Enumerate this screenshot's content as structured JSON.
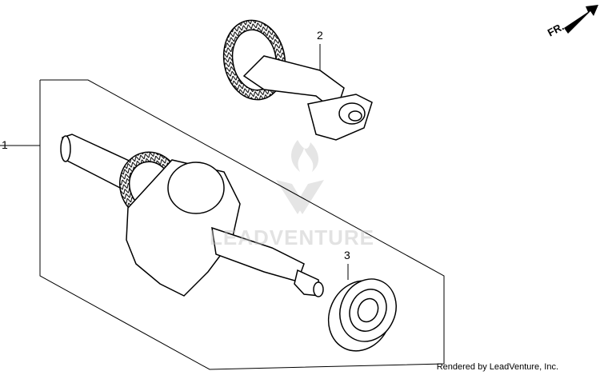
{
  "callouts": {
    "c1": "1",
    "c2": "2",
    "c3": "3"
  },
  "direction": {
    "label": "FR."
  },
  "watermark": {
    "text": "LEADVENTURE"
  },
  "footer": {
    "rendered_by": "Rendered by LeadVenture, Inc."
  },
  "colors": {
    "line": "#000000",
    "watermark": "#bebebe"
  }
}
